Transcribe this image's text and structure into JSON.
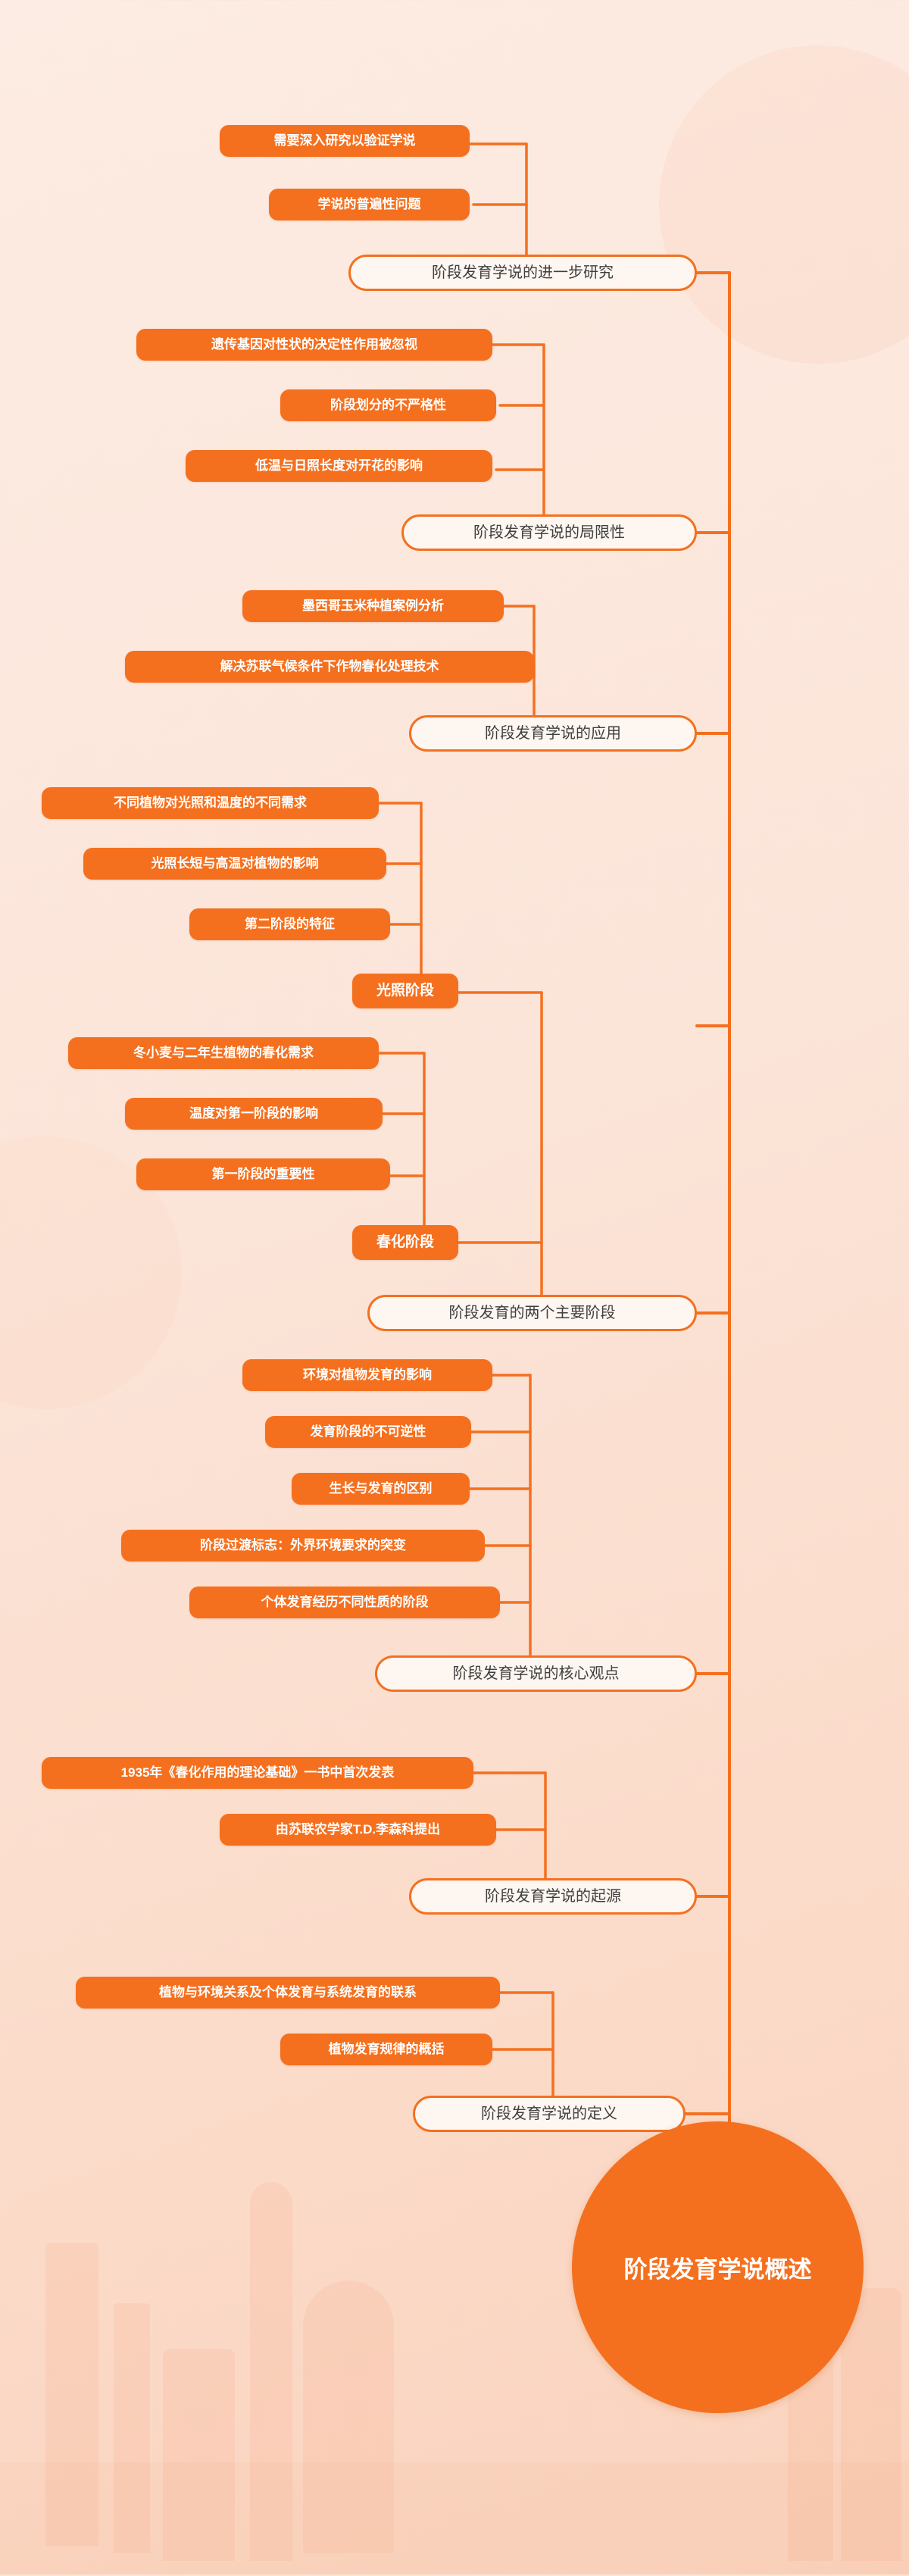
{
  "theme": {
    "accent": "#f4701f",
    "leaf_text": "#ffffff",
    "branch_text": "#3f3f3f",
    "branch_bg": "#fdf6f1",
    "background": "#fdece3"
  },
  "root": {
    "label": "阶段发育学说概述"
  },
  "branches": [
    {
      "id": "further-research",
      "label": "阶段发育学说的进一步研究",
      "leaves": [
        "需要深入研究以验证学说",
        "学说的普遍性问题"
      ]
    },
    {
      "id": "limitations",
      "label": "阶段发育学说的局限性",
      "leaves": [
        "遗传基因对性状的决定性作用被忽视",
        "阶段划分的不严格性",
        "低温与日照长度对开花的影响"
      ]
    },
    {
      "id": "applications",
      "label": "阶段发育学说的应用",
      "leaves": [
        "墨西哥玉米种植案例分析",
        "解决苏联气候条件下作物春化处理技术"
      ]
    },
    {
      "id": "two-stages",
      "label": "阶段发育的两个主要阶段",
      "subbranches": [
        {
          "id": "light-stage",
          "label": "光照阶段",
          "leaves": [
            "不同植物对光照和温度的不同需求",
            "光照长短与高温对植物的影响",
            "第二阶段的特征"
          ]
        },
        {
          "id": "vernalization-stage",
          "label": "春化阶段",
          "leaves": [
            "冬小麦与二年生植物的春化需求",
            "温度对第一阶段的影响",
            "第一阶段的重要性"
          ]
        }
      ]
    },
    {
      "id": "core-views",
      "label": "阶段发育学说的核心观点",
      "leaves": [
        "环境对植物发育的影响",
        "发育阶段的不可逆性",
        "生长与发育的区别",
        "阶段过渡标志：外界环境要求的突变",
        "个体发育经历不同性质的阶段"
      ]
    },
    {
      "id": "origin",
      "label": "阶段发育学说的起源",
      "leaves": [
        "1935年《春化作用的理论基础》一书中首次发表",
        "由苏联农学家T.D.李森科提出"
      ]
    },
    {
      "id": "definition",
      "label": "阶段发育学说的定义",
      "leaves": [
        "植物与环境关系及个体发育与系统发育的联系",
        "植物发育规律的概括"
      ]
    }
  ]
}
